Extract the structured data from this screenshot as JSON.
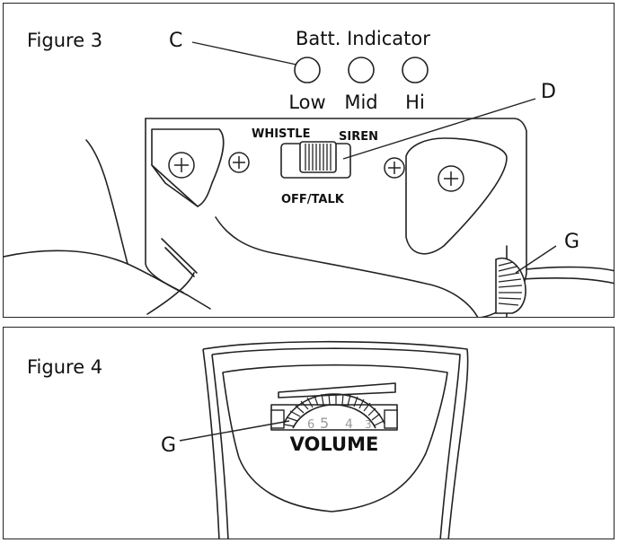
{
  "figure3": {
    "title": "Figure 3",
    "callout_c": "C",
    "callout_d": "D",
    "callout_g": "G",
    "battery_indicator": {
      "title": "Batt. Indicator",
      "levels": [
        "Low",
        "Mid",
        "Hi"
      ]
    },
    "switch_labels": {
      "left": "WHISTLE",
      "right": "SIREN",
      "bottom": "OFF/TALK"
    }
  },
  "figure4": {
    "title": "Figure 4",
    "callout_g": "G",
    "volume_label": "VOLUME",
    "dial_numbers": [
      "6",
      "5",
      "4",
      "3"
    ]
  }
}
